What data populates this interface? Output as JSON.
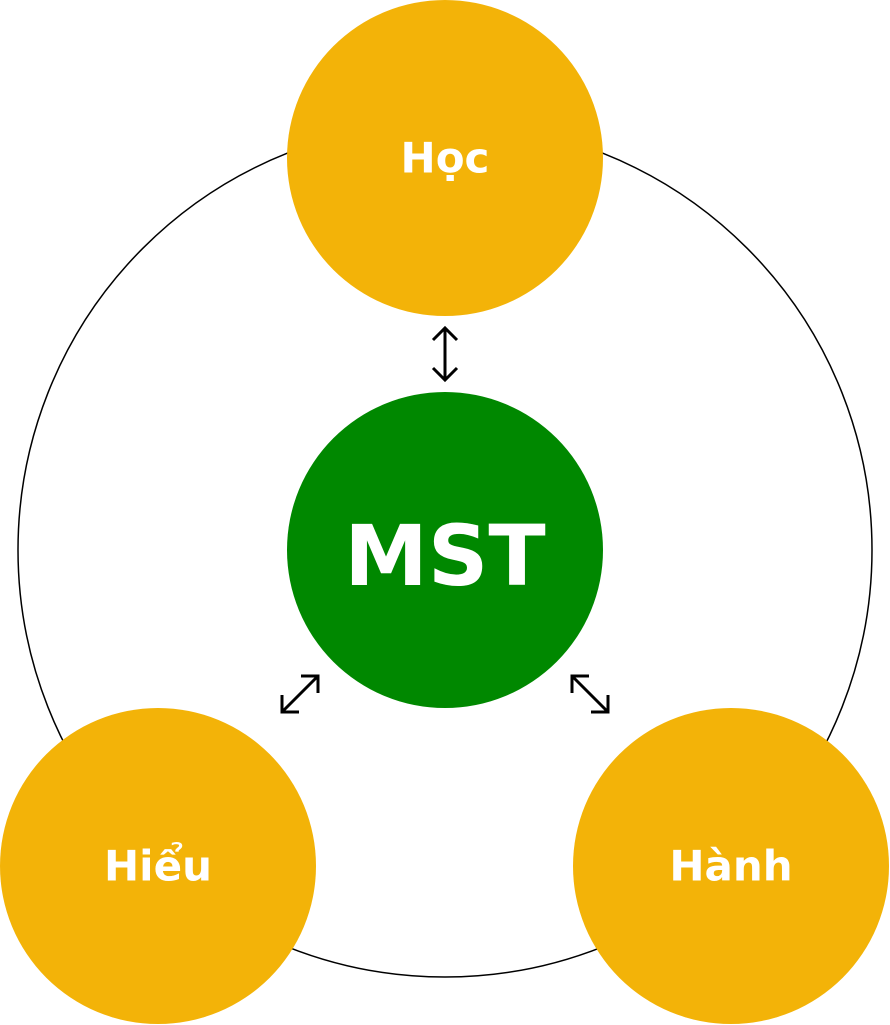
{
  "diagram": {
    "center": {
      "label": "MST",
      "color": "#008800"
    },
    "nodes": [
      {
        "id": "hoc",
        "label": "Học",
        "color": "#F3B308"
      },
      {
        "id": "hieu",
        "label": "Hiểu",
        "color": "#F3B308"
      },
      {
        "id": "hanh",
        "label": "Hành",
        "color": "#F3B308"
      }
    ],
    "ring_color": "#000000",
    "arrow_color": "#000000",
    "text_color": "#FFFFFF"
  }
}
